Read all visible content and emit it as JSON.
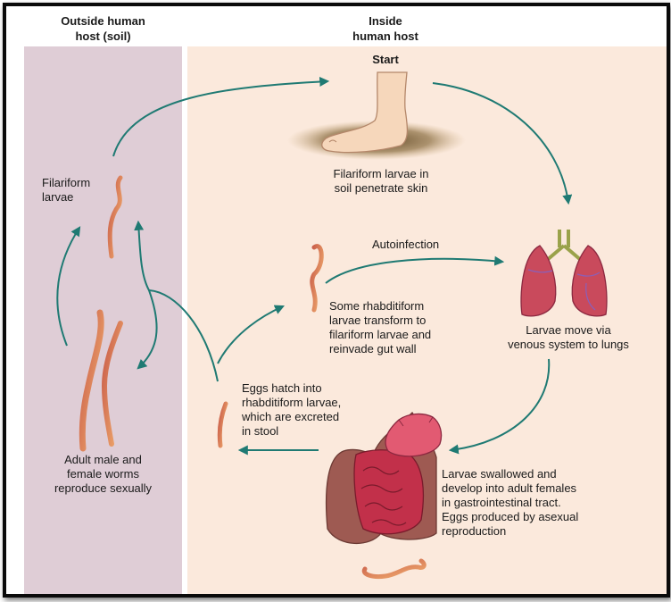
{
  "headers": {
    "outside": "Outside human\nhost (soil)",
    "inside": "Inside\nhuman host"
  },
  "labels": {
    "start": "Start",
    "skin": "Filariform larvae in\nsoil penetrate skin",
    "lungs": "Larvae move via\nvenous system to lungs",
    "gi": "Larvae swallowed and\ndevelop into adult females\nin gastrointestinal tract.\nEggs produced by asexual\nreproduction",
    "eggs": "Eggs hatch into\nrhabditiform larvae,\nwhich are excreted\nin stool",
    "reinvade": "Some rhabditiform\nlarvae transform to\nfilariform larvae and\nreinvade gut wall",
    "autoinfection": "Autoinfection",
    "filariform": "Filariform\nlarvae",
    "adults": "Adult male and\nfemale worms\nreproduce sexually"
  },
  "colors": {
    "arrow": "#1f7a73",
    "soil_panel": "#dfcdd6",
    "host_panel": "#fbe9dc",
    "worm": "#e8925a",
    "lung": "#c94a5c",
    "stomach": "#e25a72",
    "intestine": "#c2304a",
    "colon": "#9e5a52"
  }
}
